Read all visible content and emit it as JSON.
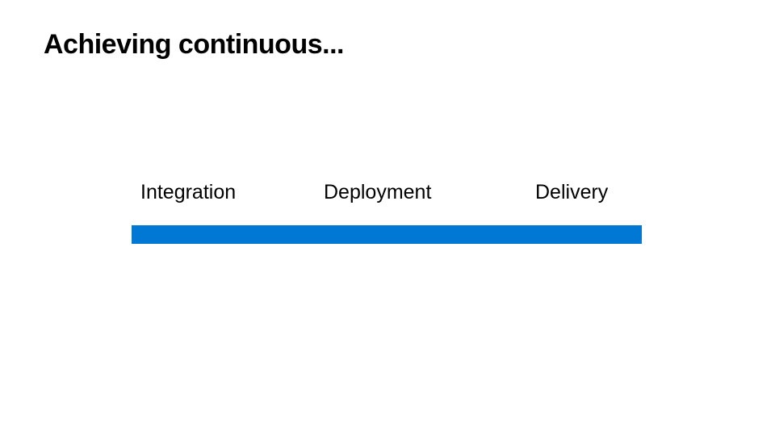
{
  "slide": {
    "title": "Achieving continuous...",
    "stages": [
      "Integration",
      "Deployment",
      "Delivery"
    ],
    "bar_color": "#0078D4"
  }
}
